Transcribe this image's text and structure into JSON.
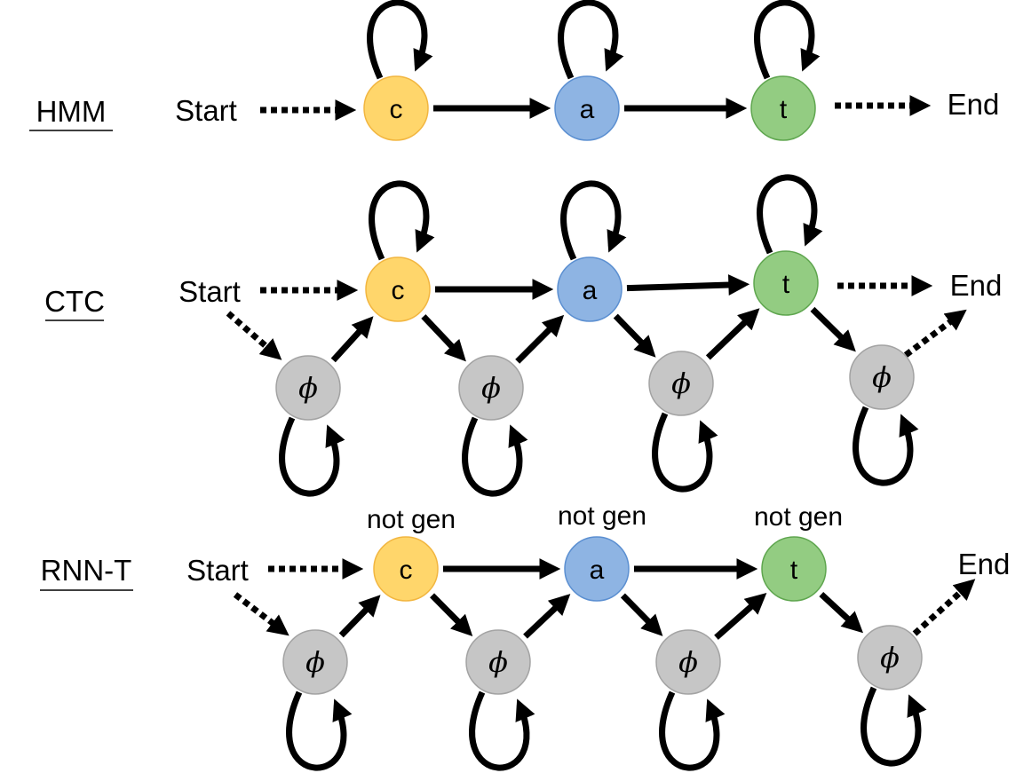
{
  "colors": {
    "c": "#ffd66b",
    "c_stroke": "#f2b640",
    "a": "#8eb4e3",
    "a_stroke": "#5b8fd1",
    "t": "#93cc82",
    "t_stroke": "#5fa64f",
    "blank": "#c6c6c6",
    "blank_stroke": "#a3a3a3"
  },
  "rows": [
    {
      "label": "HMM",
      "start": "Start",
      "end": "End",
      "nodes": [
        {
          "letter": "c",
          "color": "c"
        },
        {
          "letter": "a",
          "color": "a"
        },
        {
          "letter": "t",
          "color": "t"
        }
      ],
      "blank_symbol": "",
      "annotation": ""
    },
    {
      "label": "CTC",
      "start": "Start",
      "end": "End",
      "nodes": [
        {
          "letter": "c",
          "color": "c"
        },
        {
          "letter": "a",
          "color": "a"
        },
        {
          "letter": "t",
          "color": "t"
        }
      ],
      "blank_symbol": "ϕ",
      "annotation": ""
    },
    {
      "label": "RNN-T",
      "start": "Start",
      "end": "End",
      "nodes": [
        {
          "letter": "c",
          "color": "c"
        },
        {
          "letter": "a",
          "color": "a"
        },
        {
          "letter": "t",
          "color": "t"
        }
      ],
      "blank_symbol": "ϕ",
      "annotation": "not gen"
    }
  ]
}
